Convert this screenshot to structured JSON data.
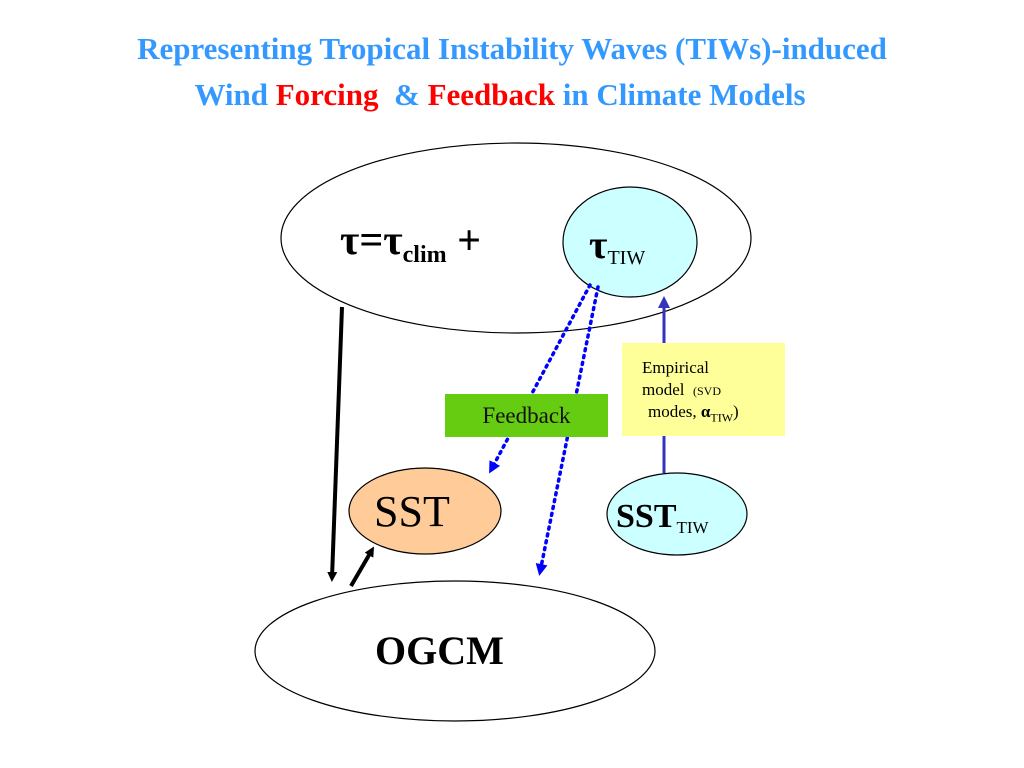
{
  "title": {
    "line1": "Representing Tropical Instability Waves (TIWs)-induced",
    "line2_part1": "Wind ",
    "line2_forcing": "Forcing",
    "line2_amp": "  & ",
    "line2_feedback": "Feedback",
    "line2_part2": " in Climate Models"
  },
  "nodes": {
    "stress_eq_tau": "τ=τ",
    "stress_eq_clim": "clim",
    "stress_eq_plus": " +",
    "tau_tiw_symbol": "τ",
    "tau_tiw_sub": "TIW",
    "sst_label": "SST",
    "sst_tiw_main": "SST",
    "sst_tiw_sub": "TIW",
    "ogcm_label": "OGCM"
  },
  "boxes": {
    "feedback_label": "Feedback",
    "empirical_line1": "Empirical",
    "empirical_line2_main": "model",
    "empirical_line2_small": "(SVD",
    "empirical_line3_main": "modes, ",
    "empirical_alpha": "α",
    "empirical_alpha_sub": "TIW",
    "empirical_close": ")"
  },
  "colors": {
    "title_blue": "#3399ff",
    "title_red": "#ff0000",
    "cyan_fill": "#ccffff",
    "peach_fill": "#ffcc99",
    "feedback_green": "#66cc11",
    "empirical_yellow": "#ffff99",
    "dotted_arrow_blue": "#0000ff",
    "solid_arrow_blue": "#3333bb"
  }
}
